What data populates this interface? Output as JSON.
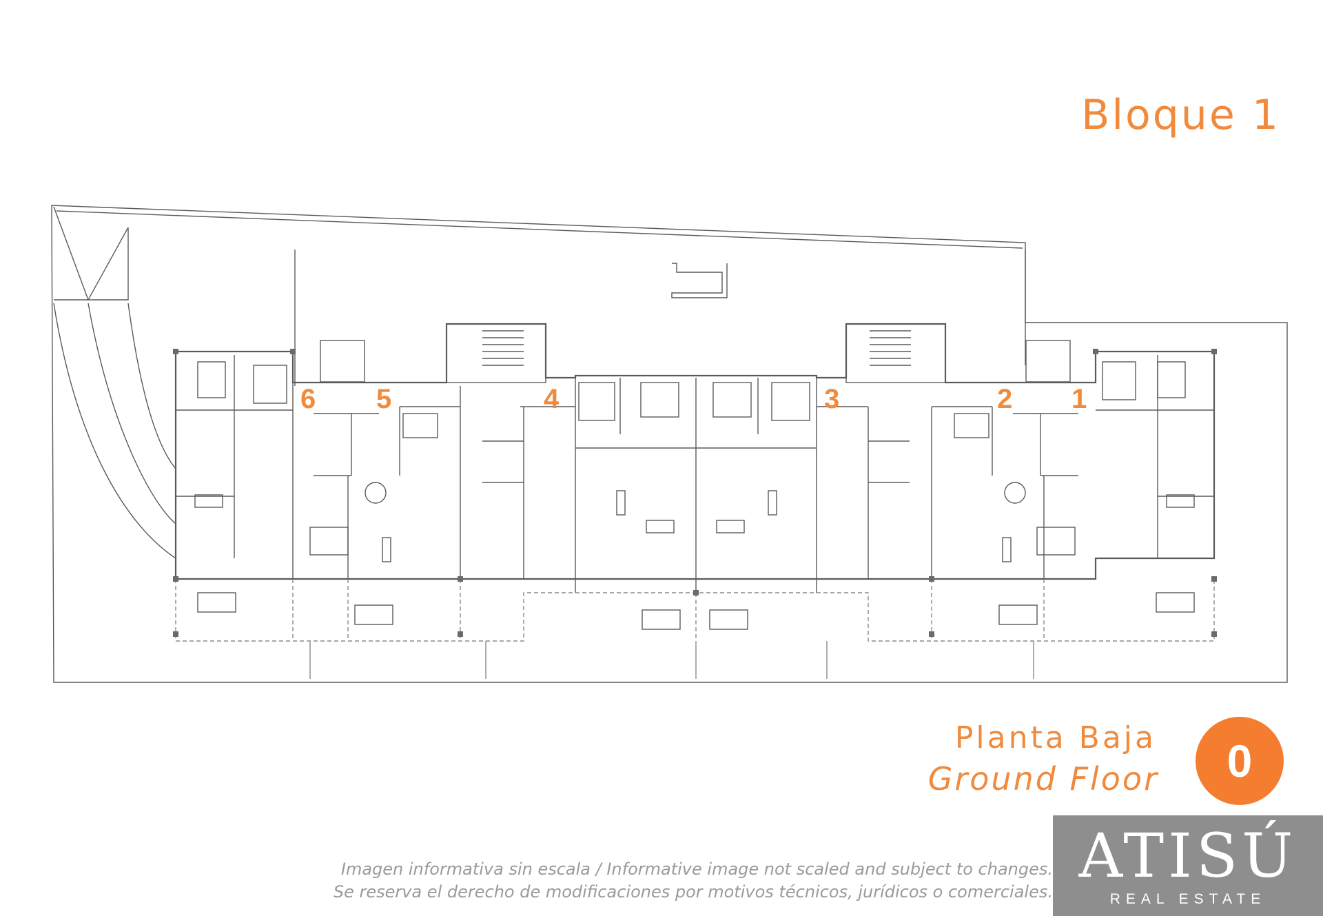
{
  "title": "Bloque 1",
  "units": [
    {
      "label": "6"
    },
    {
      "label": "5"
    },
    {
      "label": "4"
    },
    {
      "label": "3"
    },
    {
      "label": "2"
    },
    {
      "label": "1"
    }
  ],
  "floor": {
    "name_es": "Planta Baja",
    "name_en": "Ground Floor",
    "number": "0"
  },
  "disclaimer": {
    "line1": "Imagen informativa sin escala /  Informative image not scaled and subject to changes.",
    "line2": "Se reserva el derecho de modificaciones por motivos técnicos, jurídicos o comerciales."
  },
  "brand": {
    "name": "ATISÚ",
    "subtitle": "REAL ESTATE"
  },
  "colors": {
    "accent": "#f08a3c",
    "badge": "#f47d30",
    "linework": "#5a5a5a",
    "brand_bg": "#8e8e8e",
    "disclaimer_text": "#9a9a9a"
  }
}
